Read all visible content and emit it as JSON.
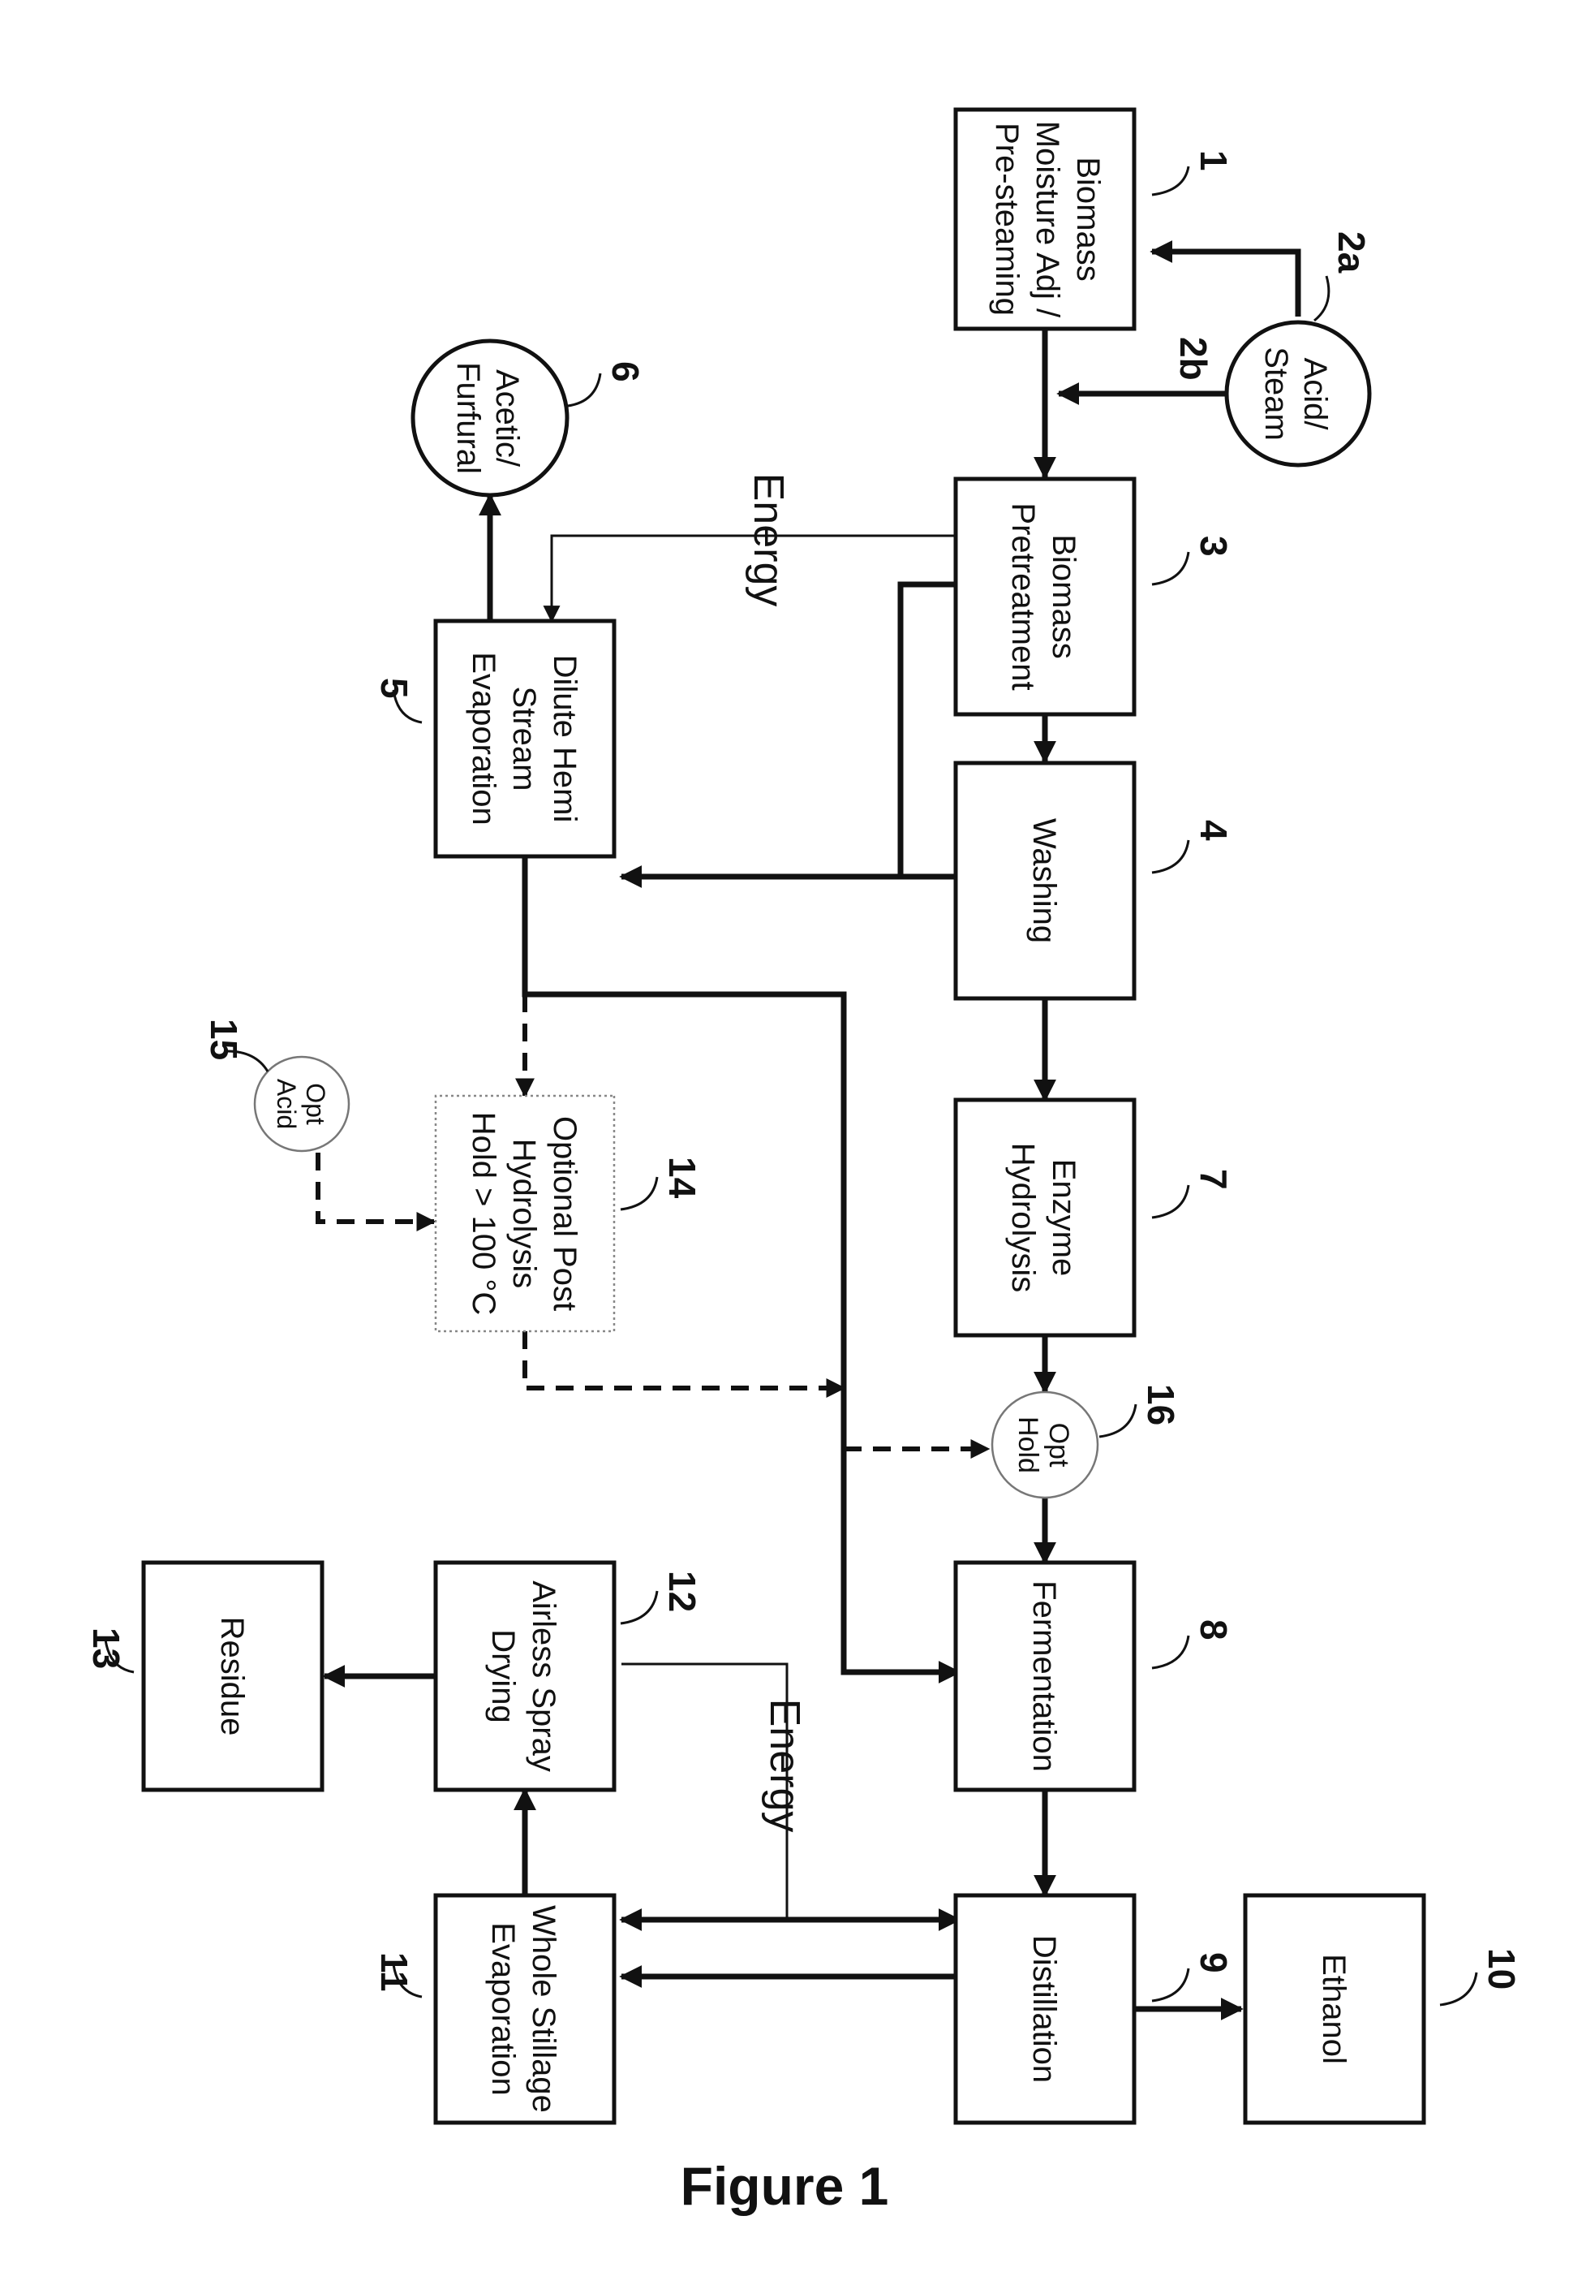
{
  "figure": {
    "caption": "Figure 1",
    "energy_label": "Energy",
    "nodes": {
      "n1": {
        "id": "1",
        "lines": [
          "Biomass",
          "Moisture Adj /",
          "Pre-steaming"
        ]
      },
      "n2": {
        "id_a": "2a",
        "id_b": "2b",
        "lines": [
          "Acid/",
          "Steam"
        ]
      },
      "n3": {
        "id": "3",
        "lines": [
          "Biomass",
          "Pretreatment"
        ]
      },
      "n4": {
        "id": "4",
        "lines": [
          "Washing"
        ]
      },
      "n5": {
        "id": "5",
        "lines": [
          "Dilute Hemi",
          "Stream",
          "Evaporation"
        ]
      },
      "n6": {
        "id": "6",
        "lines": [
          "Acetic/",
          "Furfural"
        ]
      },
      "n7": {
        "id": "7",
        "lines": [
          "Enzyme",
          "Hydrolysis"
        ]
      },
      "n8": {
        "id": "8",
        "lines": [
          "Fermentation"
        ]
      },
      "n9": {
        "id": "9",
        "lines": [
          "Distillation"
        ]
      },
      "n10": {
        "id": "10",
        "lines": [
          "Ethanol"
        ]
      },
      "n11": {
        "id": "11",
        "lines": [
          "Whole Stillage",
          "Evaporation"
        ]
      },
      "n12": {
        "id": "12",
        "lines": [
          "Airless Spray",
          "Drying"
        ]
      },
      "n13": {
        "id": "13",
        "lines": [
          "Residue"
        ]
      },
      "n14": {
        "id": "14",
        "lines": [
          "Optional Post",
          "Hydrolysis",
          "Hold > 100 °C"
        ]
      },
      "n15": {
        "id": "15",
        "lines": [
          "Opt",
          "Acid"
        ]
      },
      "n16": {
        "id": "16",
        "lines": [
          "Opt",
          "Hold"
        ]
      }
    }
  }
}
